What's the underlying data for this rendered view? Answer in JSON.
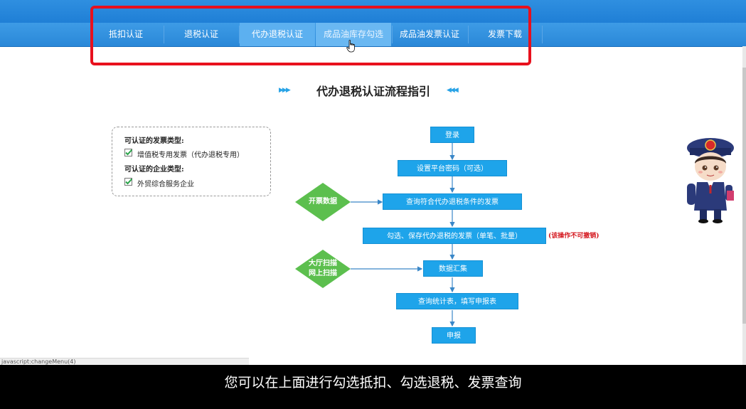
{
  "nav": {
    "items": [
      {
        "label": "抵扣认证"
      },
      {
        "label": "退税认证"
      },
      {
        "label": "代办退税认证",
        "active": true
      },
      {
        "label": "成品油库存勾选",
        "hover": true
      },
      {
        "label": "成品油发票认证"
      },
      {
        "label": "发票下载"
      }
    ]
  },
  "guide": {
    "title": "代办退税认证流程指引",
    "arrows_left": "▶▶▶",
    "arrows_right": "◀◀◀"
  },
  "info": {
    "invoice_types_heading": "可认证的发票类型:",
    "invoice_type_1": "增值税专用发票（代办退税专用）",
    "enterprise_types_heading": "可认证的企业类型:",
    "enterprise_type_1": "外贸综合服务企业"
  },
  "flow": {
    "login": "登录",
    "set_password": "设置平台密码（可选）",
    "query_invoices": "查询符合代办退税条件的发票",
    "select_save": "勾选、保存代办退税的发票（单笔、批量）",
    "irreversible_note": "(该操作不可撤销)",
    "data_summary": "数据汇集",
    "query_stats": "查询统计表，填写申报表",
    "declare": "申报",
    "diamond_issue": "开票数据",
    "diamond_scan_1": "大厅扫描",
    "diamond_scan_2": "网上扫描"
  },
  "status_bar": {
    "text": "javascript:changeMenu(4)"
  },
  "caption": {
    "text": "您可以在上面进行勾选抵扣、勾选退税、发票查询"
  },
  "colors": {
    "nav_blue": "#2a88d8",
    "flow_box": "#1ea4ea",
    "diamond_green": "#5cbf4e",
    "highlight_red": "#e8101d",
    "warning_red": "#d4141b"
  },
  "icons": {
    "cursor": "hand-pointer-icon",
    "check": "checkbox-checked-icon",
    "mascot": "tax-officer-mascot"
  }
}
